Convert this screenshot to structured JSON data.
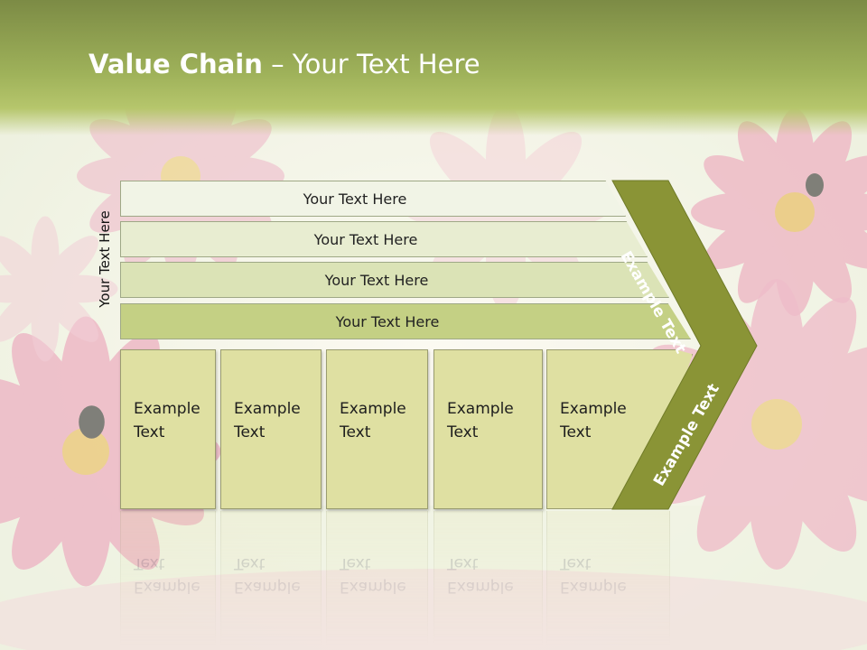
{
  "slide": {
    "title_bold": "Value Chain",
    "title_rest": " – Your Text Here",
    "side_label": "Your Text Here"
  },
  "rows": [
    {
      "label": "Your Text Here"
    },
    {
      "label": "Your Text Here"
    },
    {
      "label": "Your Text Here"
    },
    {
      "label": "Your Text Here"
    }
  ],
  "boxes": [
    {
      "line1": "Example",
      "line2": "Text"
    },
    {
      "line1": "Example",
      "line2": "Text"
    },
    {
      "line1": "Example",
      "line2": "Text"
    },
    {
      "line1": "Example",
      "line2": "Text"
    },
    {
      "line1": "Example",
      "line2": "Text"
    }
  ],
  "chevron": {
    "top_label": "Example Text",
    "bottom_label": "Example Text"
  },
  "colors": {
    "title_band": "#9fb25a",
    "chevron": "#8a9436",
    "box_fill": "#dfe0a2",
    "background_flowers": "#e9a9b8"
  },
  "icons": {
    "background": "pink-dahlia-flowers-with-bees"
  }
}
